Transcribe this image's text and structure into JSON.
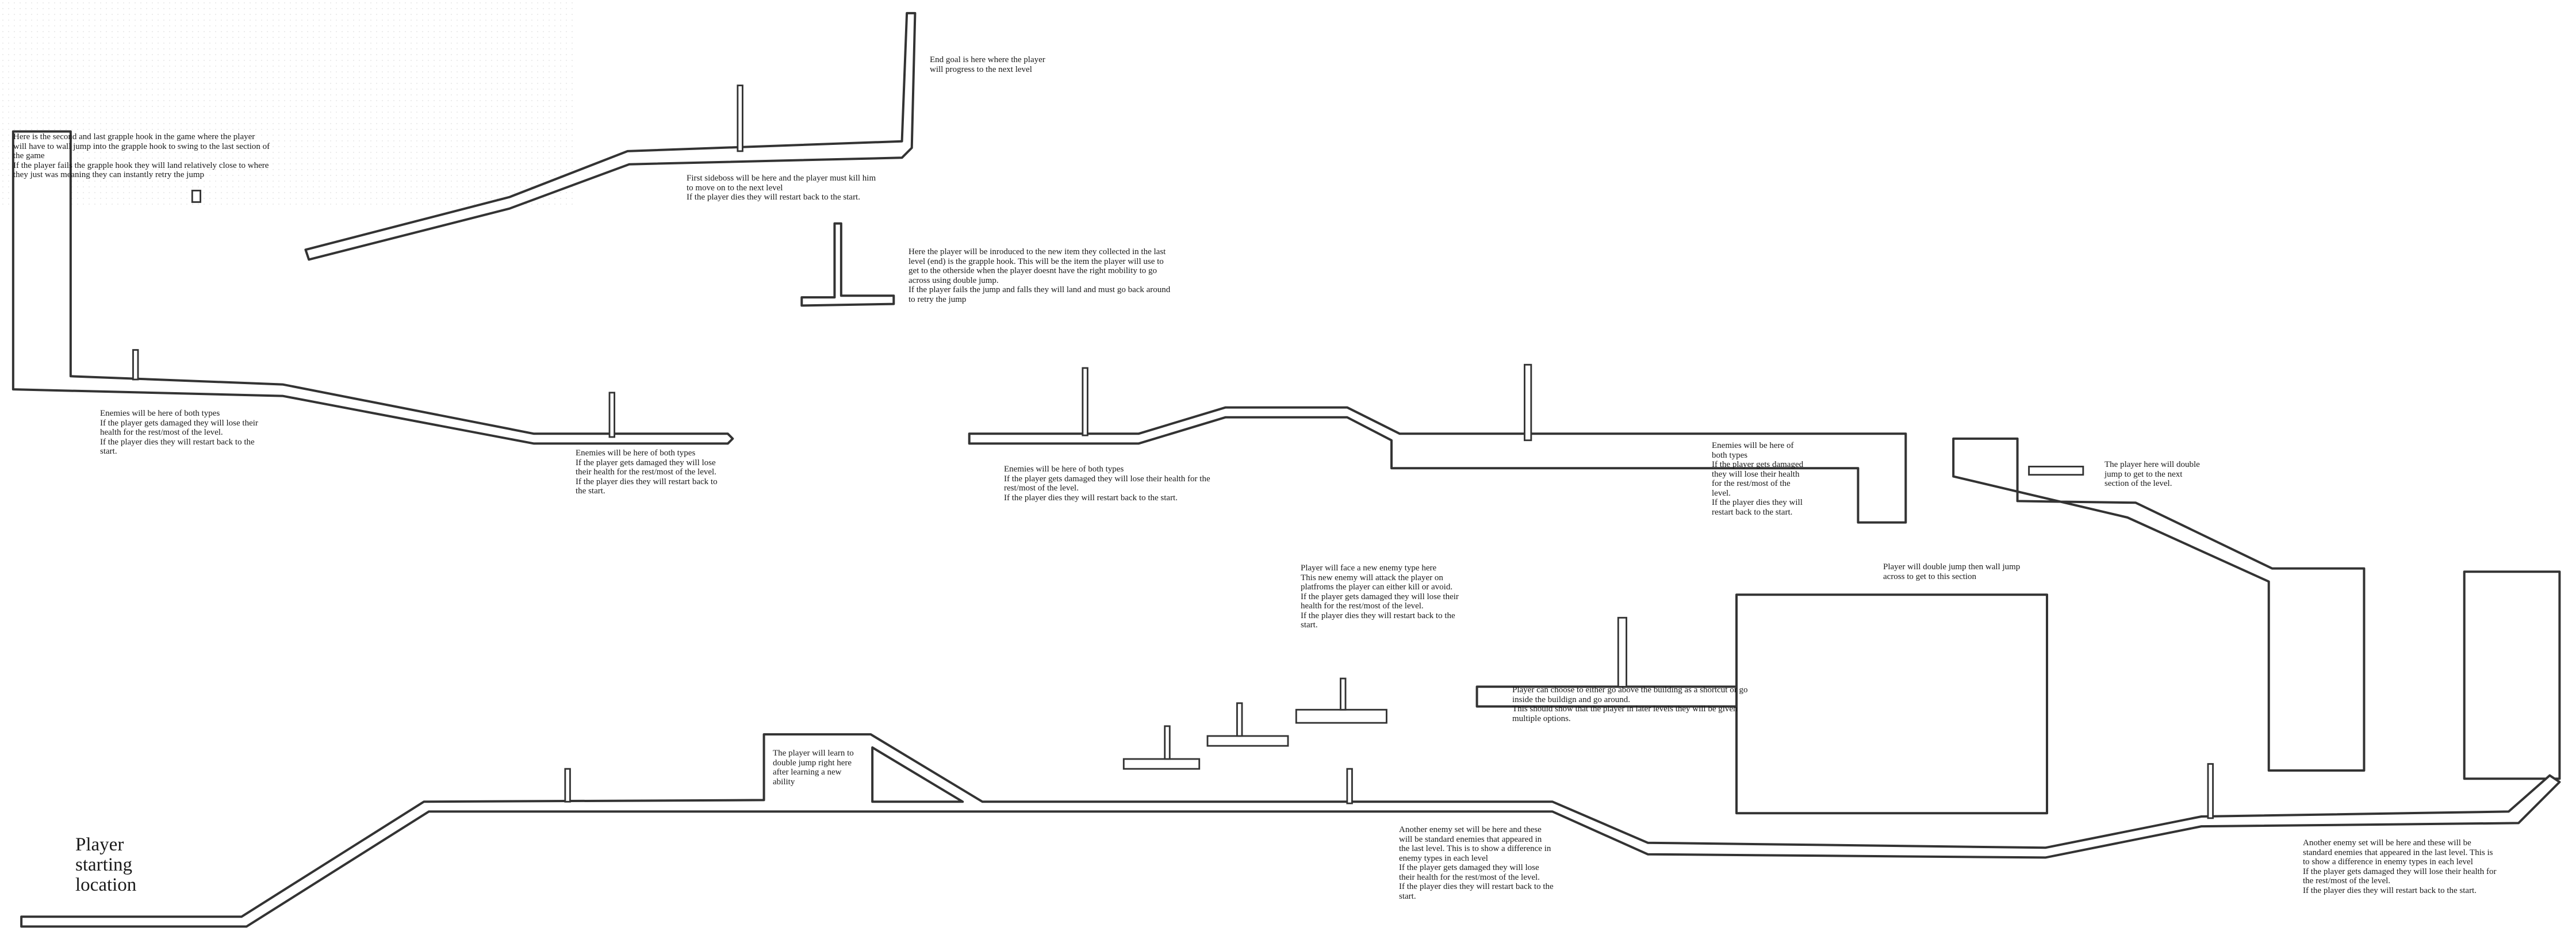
{
  "title": "Level layout design",
  "start_label": [
    "Player",
    "starting",
    "location"
  ],
  "notes": {
    "grapple_last": [
      "Here is the second and last grapple hook in the game where the player",
      "will have to wall jump into the grapple hook to swing to the last section of",
      "the game",
      "If the player fails the grapple hook they will land relatively close to where",
      "they just was meaning they can instantly retry the jump"
    ],
    "end_goal": [
      "End goal is here where the player",
      "will progress to the next level"
    ],
    "sideboss": [
      "First sideboss will be here and the player must kill him",
      "to move on to the next level",
      "If the player dies they will restart back to the start."
    ],
    "grapple_intro": [
      "Here the player will be inroduced to the new item they collected in the last",
      "level (end) is the grapple hook. This will be the item the player will use to",
      "get to the otherside when the player doesnt have the right mobility to go",
      "across using double jump.",
      "If the player fails the jump and falls they will land and must go back around",
      "to retry the jump"
    ],
    "enemies_1": [
      "Enemies will be here of both types",
      "If the player gets damaged they will lose their",
      "health for the rest/most of the level.",
      "If the player dies they will restart back to the",
      "start."
    ],
    "enemies_2": [
      "Enemies will be here of both types",
      "If the player gets damaged they will lose",
      "their health for the rest/most of the level.",
      "If the player dies they will restart back to",
      "the start."
    ],
    "enemies_3": [
      "Enemies will be here of both types",
      "If the player gets damaged they will lose their health for the",
      "rest/most of the level.",
      "If the player dies they will restart back to the start."
    ],
    "enemies_4": [
      "Enemies will be here of",
      "both types",
      "If the player gets damaged",
      "they will lose their health",
      "for the rest/most of the",
      "level.",
      "If the player dies they will",
      "restart back to the start."
    ],
    "double_jump_next": [
      "The player here will double",
      "jump to get to the next",
      "section of the level."
    ],
    "new_enemy": [
      "Player will face a new enemy type here",
      "This new enemy will attack the player on",
      "platfroms the player can either kill or avoid.",
      "If the player gets damaged they will lose their",
      "health for the rest/most of the level.",
      "If the player dies they will restart back to the",
      "start."
    ],
    "double_wall_jump": [
      "Player will double jump then wall jump",
      "across to get to this section"
    ],
    "choose_path": [
      "Player can choose to either go above the building as a shortcut or go",
      "inside the buildign and go around.",
      "This should show that the player in later levels they will be given",
      "multiple options."
    ],
    "learn_double_jump": [
      "The player will learn to",
      "double jump right here",
      "after learning a new",
      "ability"
    ],
    "another_enemy_1": [
      "Another enemy set will be here and these",
      "will be standard enemies that appeared in",
      "the last level. This is to show a difference in",
      "enemy types in each level",
      "If the player gets damaged they will lose",
      "their health for the rest/most of the level.",
      "If the player dies they will restart back to the",
      "start."
    ],
    "another_enemy_2": [
      "Another enemy set will be here and these will be",
      "standard enemies that appeared in the last level. This is",
      "to show a difference in enemy types in each level",
      "If the player gets damaged they will lose their health for",
      "the rest/most of the level.",
      "If the player dies they will restart back to the start."
    ]
  },
  "colors": {
    "line": "#333333",
    "background": "#ffffff",
    "text": "#1a1a1a"
  }
}
